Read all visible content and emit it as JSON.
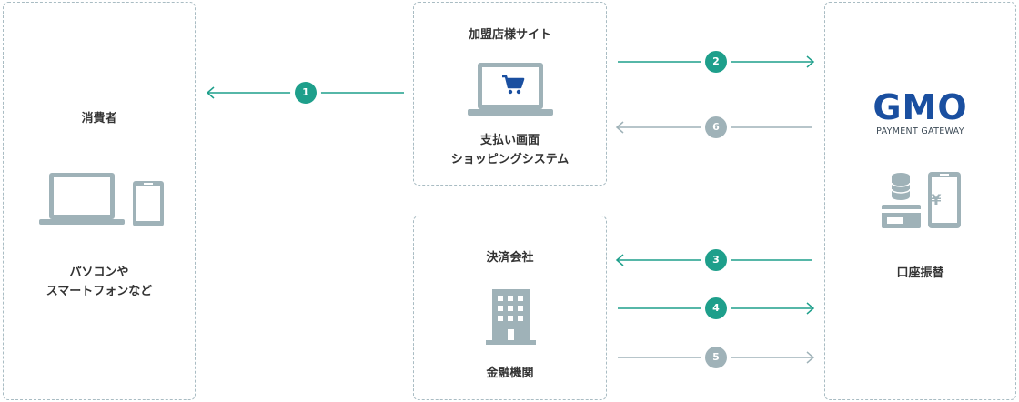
{
  "colors": {
    "accent": "#1e9f8b",
    "muted": "#9fb2b8",
    "border": "#a9bcc3",
    "icon": "#9fb2b8",
    "cart": "#1a4fa0",
    "gmo_blue": "#1a4fa0"
  },
  "consumer": {
    "title": "消費者",
    "device_text": "パソコンや\nスマートフォンなど"
  },
  "merchant": {
    "title": "加盟店様サイト",
    "system_text": "支払い画面\nショッピングシステム"
  },
  "settlement": {
    "title": "決済会社",
    "bank_text": "金融機関"
  },
  "gmo": {
    "logo": "GMO",
    "subtitle": "PAYMENT GATEWAY",
    "caption": "口座振替",
    "yen": "¥"
  },
  "steps": [
    {
      "num": "1",
      "direction": "left",
      "style": "accent"
    },
    {
      "num": "2",
      "direction": "right",
      "style": "accent"
    },
    {
      "num": "6",
      "direction": "left",
      "style": "muted"
    },
    {
      "num": "3",
      "direction": "left",
      "style": "accent"
    },
    {
      "num": "4",
      "direction": "right",
      "style": "accent"
    },
    {
      "num": "5",
      "direction": "right",
      "style": "muted"
    }
  ]
}
